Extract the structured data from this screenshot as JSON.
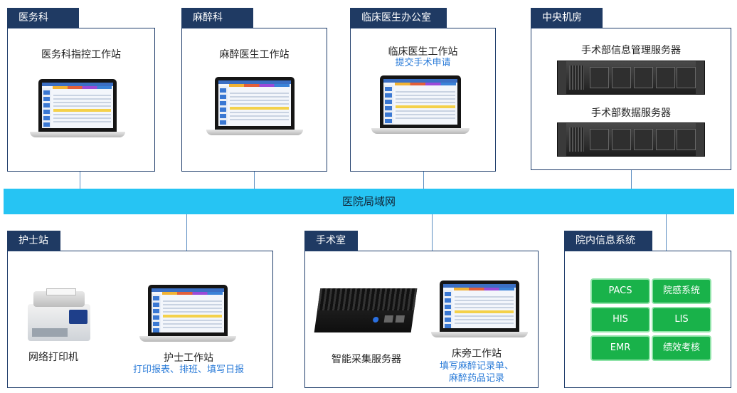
{
  "lan": {
    "label": "医院局域网"
  },
  "sections": {
    "medical_affairs": {
      "title": "医务科",
      "workstation": "医务科指控工作站"
    },
    "anesthesia": {
      "title": "麻醉科",
      "workstation": "麻醉医生工作站"
    },
    "clinical": {
      "title": "临床医生办公室",
      "workstation": "临床医生工作站",
      "task": "提交手术申请"
    },
    "machine_room": {
      "title": "中央机房",
      "server1": "手术部信息管理服务器",
      "server2": "手术部数据服务器"
    },
    "nurse_station": {
      "title": "护士站",
      "printer": "网络打印机",
      "workstation": "护士工作站",
      "task": "打印报表、排班、填写日报"
    },
    "operating_room": {
      "title": "手术室",
      "collector": "智能采集服务器",
      "workstation": "床旁工作站",
      "task_line1": "填写麻醉记录单、",
      "task_line2": "麻醉药品记录"
    },
    "his_systems": {
      "title": "院内信息系统",
      "items": [
        "PACS",
        "院感系统",
        "HIS",
        "LIS",
        "EMR",
        "绩效考核"
      ]
    }
  },
  "colors": {
    "tab": "#1f3a63",
    "lan": "#26c4f3",
    "system_cell": "#19b24a",
    "highlight_text": "#2a7bd8"
  }
}
